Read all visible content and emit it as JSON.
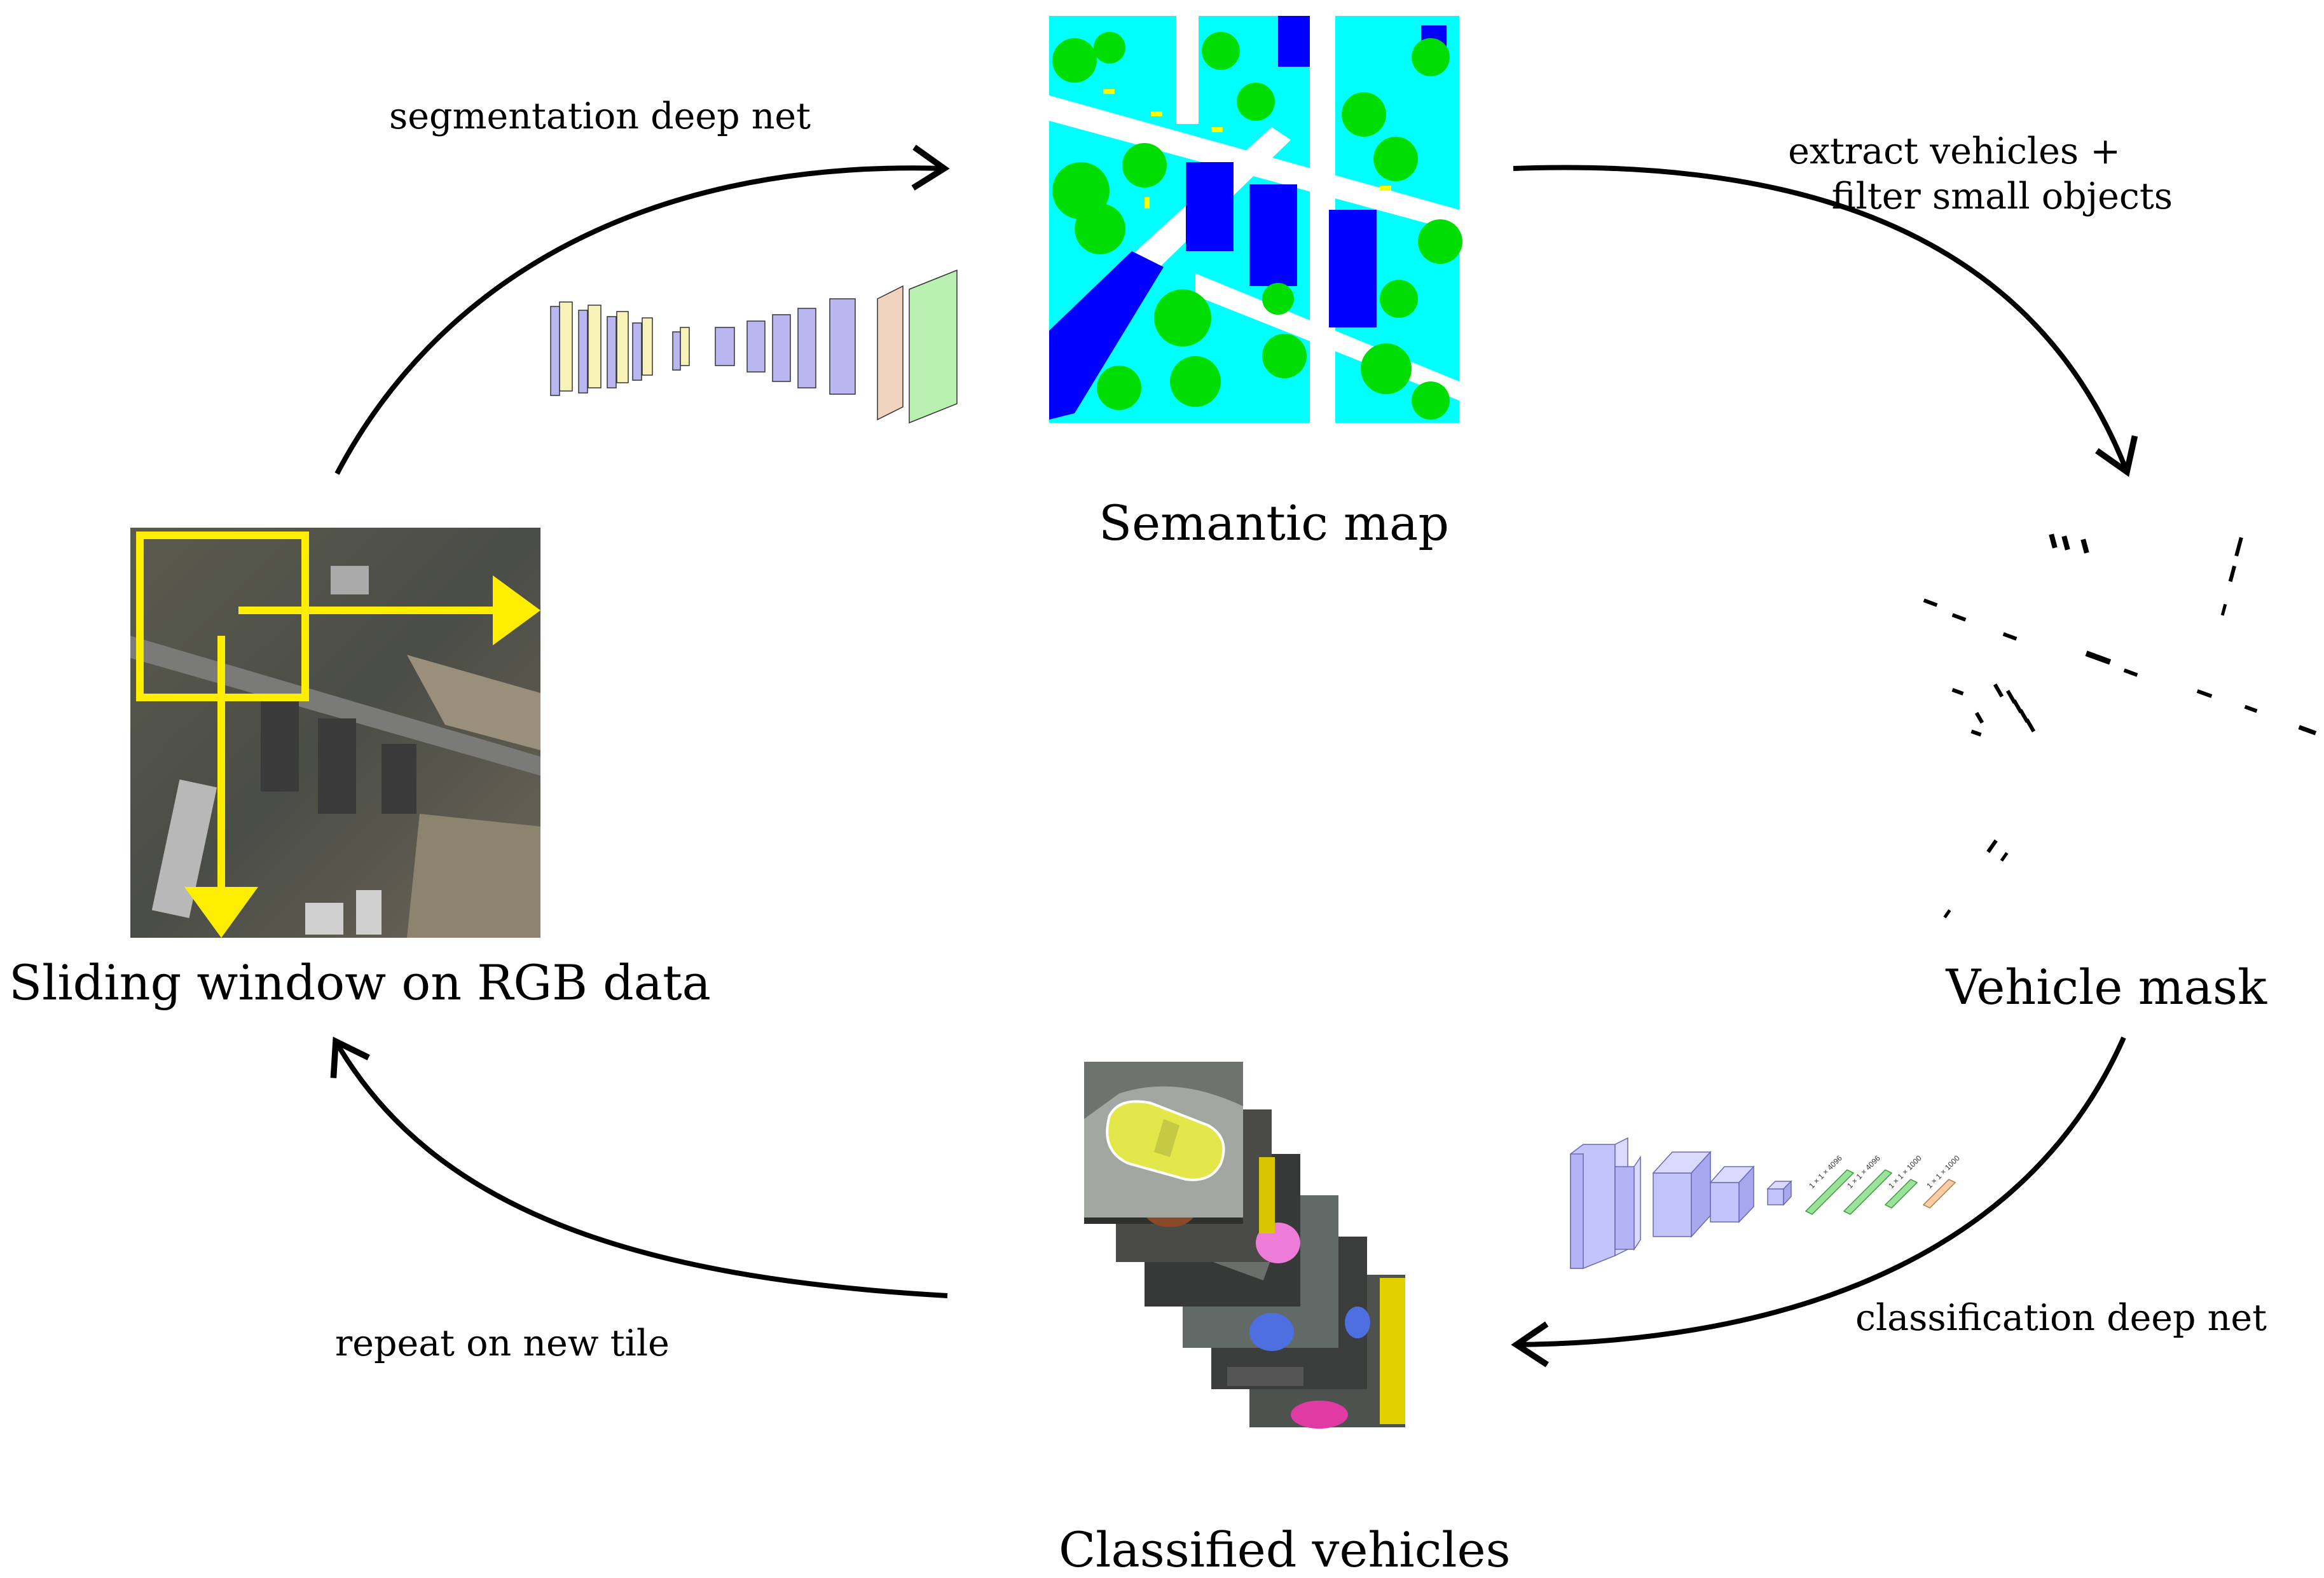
{
  "nodes": {
    "semantic_map": "Semantic map",
    "vehicle_mask": "Vehicle mask",
    "classified_vehicles": "Classified vehicles",
    "sliding_window": "Sliding window on RGB data"
  },
  "edges": {
    "segmentation": "segmentation deep net",
    "extract_line1": "extract vehicles +",
    "extract_line2": "filter small objects",
    "classification": "classification deep net",
    "repeat": "repeat on new tile"
  },
  "colors": {
    "road": "#ffffff",
    "building": "#0000ff",
    "low_vegetation": "#00ffff",
    "tree": "#00ff00",
    "car": "#ffff00",
    "window": "#ffff00"
  },
  "cnn_labels": [
    "4096",
    "4096",
    "1000",
    "1000"
  ]
}
